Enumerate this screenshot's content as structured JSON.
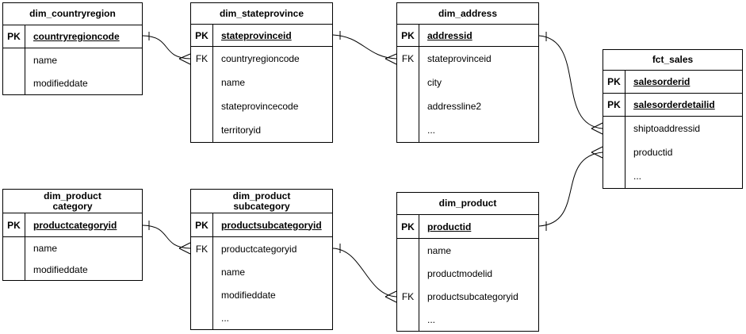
{
  "diagram": {
    "type": "entity-relationship",
    "background_color": "#ffffff",
    "line_color": "#000000",
    "text_color": "#000000",
    "tables": [
      {
        "id": "dim_countryregion",
        "title_lines": [
          "dim_countryregion"
        ],
        "rows": [
          {
            "key": "PK",
            "label": "countryregioncode"
          },
          {
            "key": "",
            "label": "name"
          },
          {
            "key": "",
            "label": "modifieddate"
          }
        ]
      },
      {
        "id": "dim_stateprovince",
        "title_lines": [
          "dim_stateprovince"
        ],
        "rows": [
          {
            "key": "PK",
            "label": "stateprovinceid"
          },
          {
            "key": "FK",
            "label": "countryregioncode"
          },
          {
            "key": "",
            "label": "name"
          },
          {
            "key": "",
            "label": "stateprovincecode"
          },
          {
            "key": "",
            "label": "territoryid"
          }
        ]
      },
      {
        "id": "dim_address",
        "title_lines": [
          "dim_address"
        ],
        "rows": [
          {
            "key": "PK",
            "label": "addressid"
          },
          {
            "key": "FK",
            "label": "stateprovinceid"
          },
          {
            "key": "",
            "label": "city"
          },
          {
            "key": "",
            "label": "addressline2"
          },
          {
            "key": "",
            "label": "..."
          }
        ]
      },
      {
        "id": "fct_sales",
        "title_lines": [
          "fct_sales"
        ],
        "rows": [
          {
            "key": "PK",
            "label": "salesorderid"
          },
          {
            "key": "PK",
            "label": "salesorderdetailid"
          },
          {
            "key": "",
            "label": "shiptoaddressid"
          },
          {
            "key": "",
            "label": "productid"
          },
          {
            "key": "",
            "label": "..."
          }
        ]
      },
      {
        "id": "dim_productcategory",
        "title_lines": [
          "dim_product",
          "category"
        ],
        "rows": [
          {
            "key": "PK",
            "label": "productcategoryid"
          },
          {
            "key": "",
            "label": "name"
          },
          {
            "key": "",
            "label": "modifieddate"
          }
        ]
      },
      {
        "id": "dim_productsubcategory",
        "title_lines": [
          "dim_product",
          "subcategory"
        ],
        "rows": [
          {
            "key": "PK",
            "label": "productsubcategoryid"
          },
          {
            "key": "FK",
            "label": "productcategoryid"
          },
          {
            "key": "",
            "label": "name"
          },
          {
            "key": "",
            "label": "modifieddate"
          },
          {
            "key": "",
            "label": "..."
          }
        ]
      },
      {
        "id": "dim_product",
        "title_lines": [
          "dim_product"
        ],
        "rows": [
          {
            "key": "PK",
            "label": "productid"
          },
          {
            "key": "",
            "label": "name"
          },
          {
            "key": "",
            "label": "productmodelid"
          },
          {
            "key": "FK",
            "label": "productsubcategoryid"
          },
          {
            "key": "",
            "label": "..."
          }
        ]
      }
    ],
    "relationships": [
      {
        "from_table": "dim_countryregion",
        "from_field": "countryregioncode",
        "to_table": "dim_stateprovince",
        "to_field": "countryregioncode",
        "cardinality": "one-to-many"
      },
      {
        "from_table": "dim_stateprovince",
        "from_field": "stateprovinceid",
        "to_table": "dim_address",
        "to_field": "stateprovinceid",
        "cardinality": "one-to-many"
      },
      {
        "from_table": "dim_address",
        "from_field": "addressid",
        "to_table": "fct_sales",
        "to_field": "shiptoaddressid",
        "cardinality": "one-to-many"
      },
      {
        "from_table": "dim_product",
        "from_field": "productid",
        "to_table": "fct_sales",
        "to_field": "productid",
        "cardinality": "one-to-many"
      },
      {
        "from_table": "dim_productcategory",
        "from_field": "productcategoryid",
        "to_table": "dim_productsubcategory",
        "to_field": "productcategoryid",
        "cardinality": "one-to-many"
      },
      {
        "from_table": "dim_productsubcategory",
        "from_field": "productsubcategoryid",
        "to_table": "dim_product",
        "to_field": "productsubcategoryid",
        "cardinality": "one-to-many"
      }
    ]
  }
}
